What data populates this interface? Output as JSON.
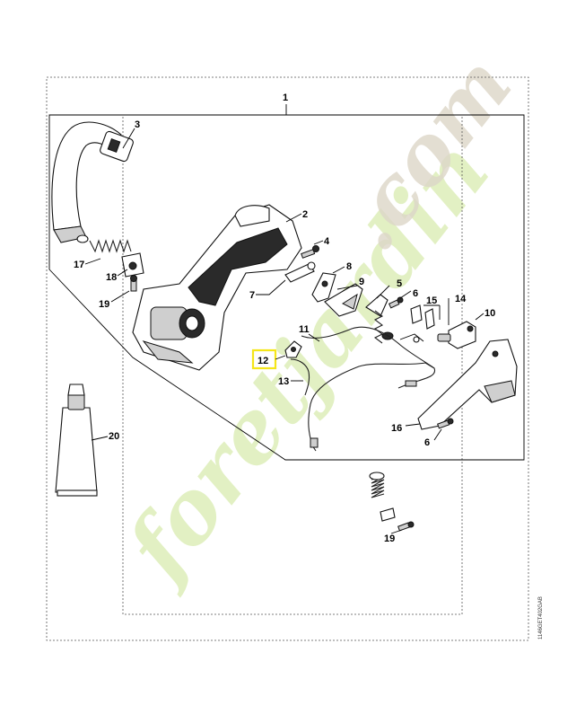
{
  "watermark": {
    "part1": "foretjardin",
    "part2": ".com"
  },
  "drawing_code": "1146GET402GAB",
  "highlight_color": "#f5e619",
  "callouts": [
    {
      "id": "c1",
      "label": "1"
    },
    {
      "id": "c2",
      "label": "2"
    },
    {
      "id": "c3",
      "label": "3"
    },
    {
      "id": "c4",
      "label": "4"
    },
    {
      "id": "c5",
      "label": "5"
    },
    {
      "id": "c6a",
      "label": "6"
    },
    {
      "id": "c6b",
      "label": "6"
    },
    {
      "id": "c7",
      "label": "7"
    },
    {
      "id": "c8",
      "label": "8"
    },
    {
      "id": "c9",
      "label": "9"
    },
    {
      "id": "c10",
      "label": "10"
    },
    {
      "id": "c11",
      "label": "11"
    },
    {
      "id": "c12",
      "label": "12"
    },
    {
      "id": "c13",
      "label": "13"
    },
    {
      "id": "c14",
      "label": "14"
    },
    {
      "id": "c15",
      "label": "15"
    },
    {
      "id": "c16",
      "label": "16"
    },
    {
      "id": "c17",
      "label": "17"
    },
    {
      "id": "c18",
      "label": "18"
    },
    {
      "id": "c19a",
      "label": "19"
    },
    {
      "id": "c19b",
      "label": "19"
    },
    {
      "id": "c20",
      "label": "20"
    }
  ]
}
